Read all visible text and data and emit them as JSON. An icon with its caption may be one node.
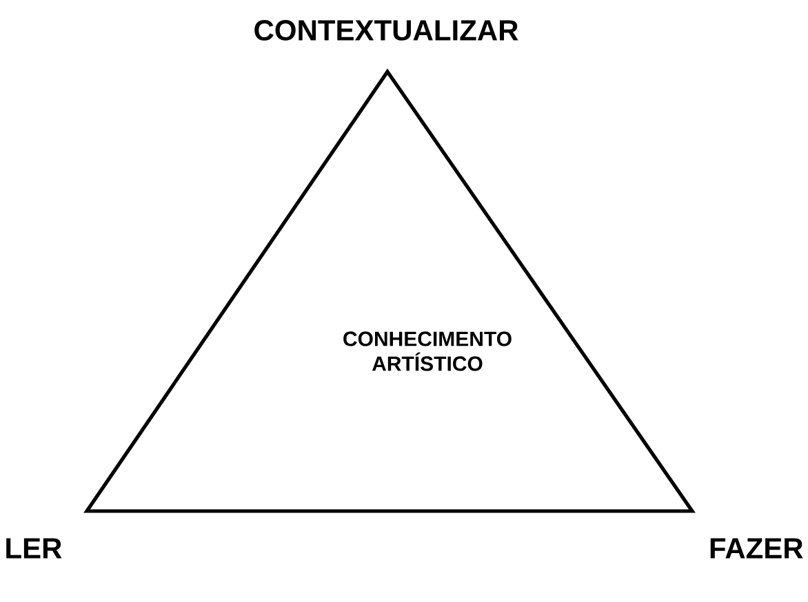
{
  "diagram": {
    "nodes": [
      {
        "text": [
          "CONHECIMENTO ARTÍSTICO"
        ]
      }
    ],
    "labels": [
      "CONTEXTUALIZAR",
      "LER",
      "FAZER"
    ]
  }
}
